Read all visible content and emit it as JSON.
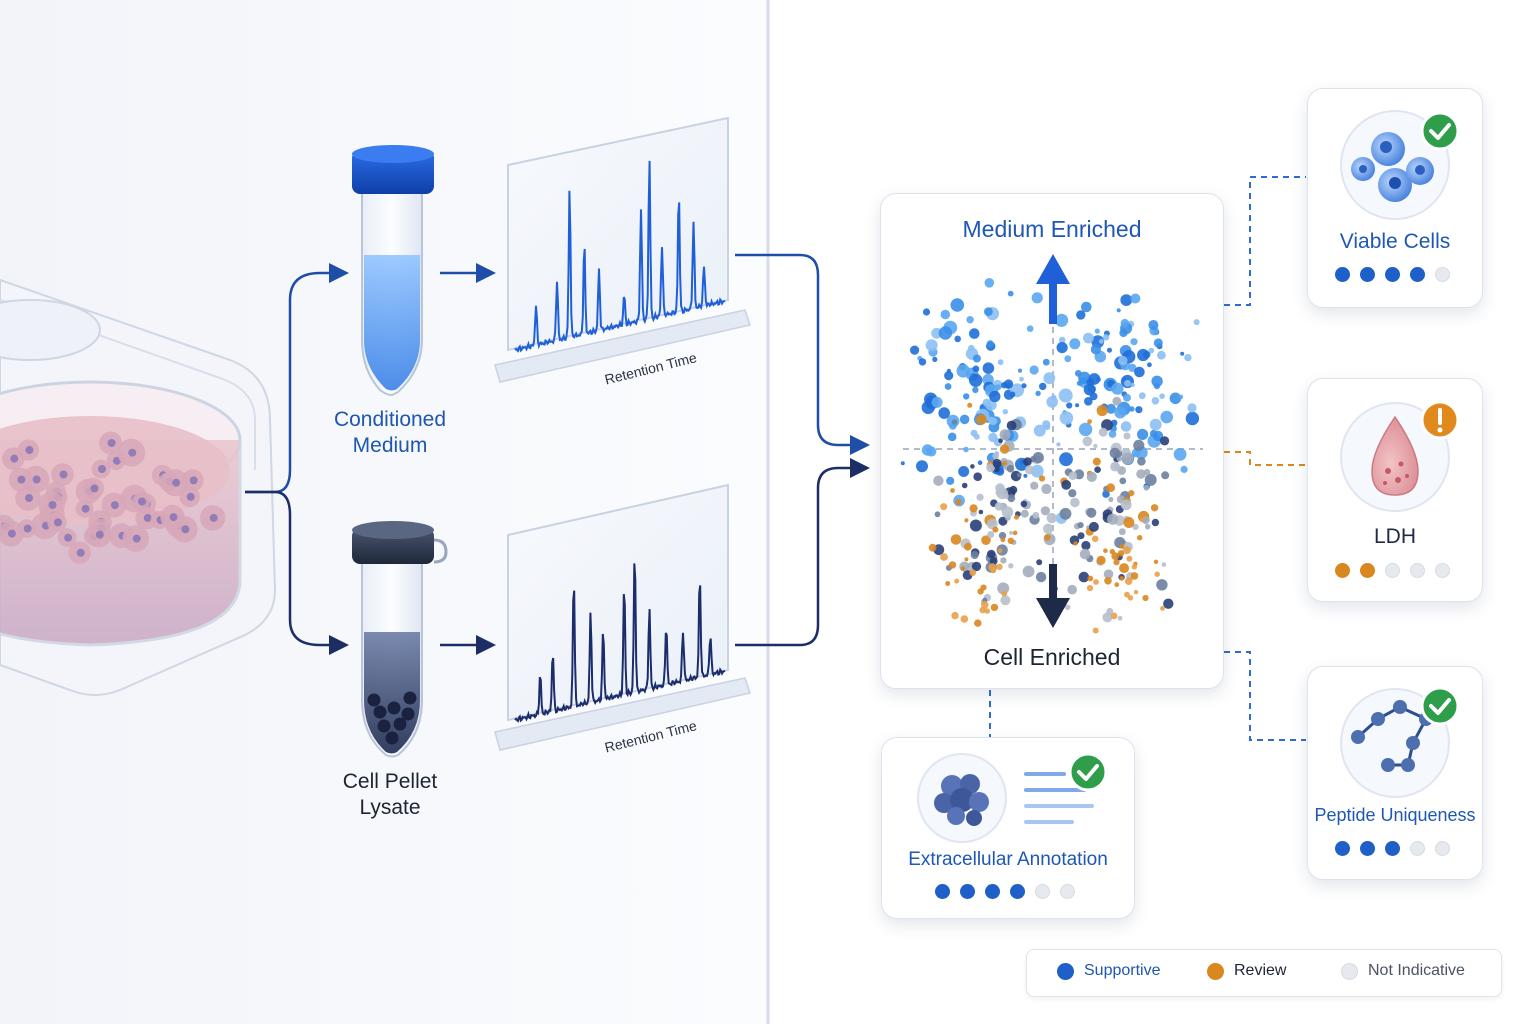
{
  "samples": {
    "medium_label_line1": "Conditioned",
    "medium_label_line2": "Medium",
    "pellet_label_line1": "Cell Pellet",
    "pellet_label_line2": "Lysate"
  },
  "chromatograms": {
    "top_axis_label": "Retention Time",
    "bottom_axis_label": "Retention Time"
  },
  "plot_panel": {
    "top_label": "Medium Enriched",
    "bottom_label": "Cell Enriched"
  },
  "evidence_cards": {
    "viable_cells": {
      "title": "Viable Cells",
      "status_icon": "check-icon",
      "score": 4,
      "max": 5,
      "status": "supportive"
    },
    "ldh": {
      "title": "LDH",
      "status_icon": "exclamation-icon",
      "score": 2,
      "max": 5,
      "status": "review"
    },
    "peptide_uniqueness": {
      "title": "Peptide Uniqueness",
      "status_icon": "check-icon",
      "score": 3,
      "max": 5,
      "status": "supportive"
    },
    "extracellular_annotation": {
      "title": "Extracellular Annotation",
      "status_icon": "check-icon",
      "score": 4,
      "max": 6,
      "status": "supportive"
    }
  },
  "legend": {
    "supportive": "Supportive",
    "review": "Review",
    "not_indicative": "Not Indicative"
  },
  "colors": {
    "supportive": "#1f5fc8",
    "review": "#d9871f",
    "not_indicative": "#e6e9ee",
    "accent_blue": "#1f56b0",
    "check_green": "#2e9e4a",
    "alert_orange": "#e08a1e"
  }
}
